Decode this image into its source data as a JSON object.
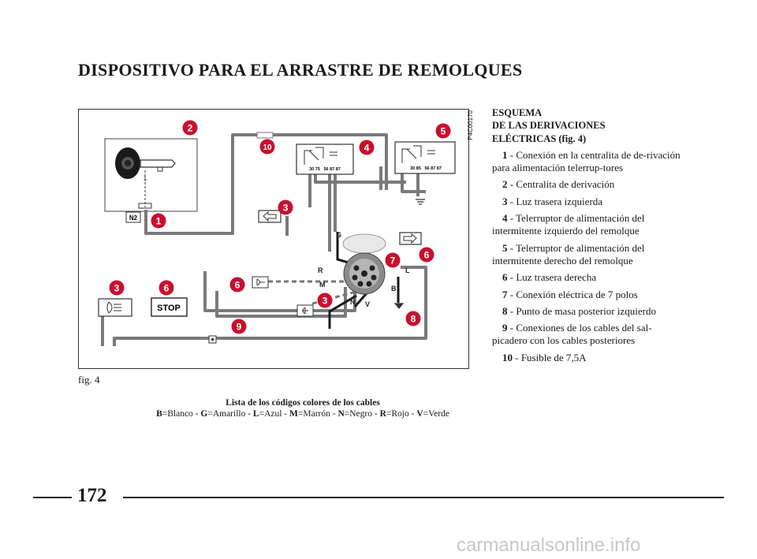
{
  "page": {
    "title": "DISPOSITIVO PARA EL ARRASTRE DE REMOLQUES",
    "page_number": "172",
    "watermark": "carmanualsonline.info"
  },
  "figure": {
    "label": "fig. 4",
    "code": "P4C00170",
    "stop_label": "STOP",
    "wire_letters": [
      "G",
      "R",
      "M",
      "L",
      "B",
      "N",
      "V"
    ],
    "connector_n2": "N2",
    "relay_left_pins": "30 75   56 87 87",
    "relay_right_pins": "30 85   56 87 87",
    "key_label": "1",
    "badges": [
      "1",
      "2",
      "3",
      "4",
      "5",
      "6",
      "7",
      "8",
      "9",
      "10"
    ]
  },
  "legend": {
    "title": "Lista de los códigos colores de los cables",
    "codes": [
      {
        "letter": "B",
        "text": "=Blanco - "
      },
      {
        "letter": "G",
        "text": "=Amarillo - "
      },
      {
        "letter": "L",
        "text": "=Azul - "
      },
      {
        "letter": "M",
        "text": "=Marrón - "
      },
      {
        "letter": "N",
        "text": "=Negro - "
      },
      {
        "letter": "R",
        "text": "=Rojo - "
      },
      {
        "letter": "V",
        "text": "=Verde"
      }
    ]
  },
  "side": {
    "heading1": "ESQUEMA",
    "heading2": "DE LAS DERIVACIONES",
    "heading3": "ELÉCTRICAS (fig. 4)",
    "items": [
      {
        "num": "1",
        "text": " - Conexión en la centralita de de-rivación para alimentación telerrup-tores"
      },
      {
        "num": "2",
        "text": " - Centralita de derivación"
      },
      {
        "num": "3",
        "text": " - Luz trasera izquierda"
      },
      {
        "num": "4",
        "text": " - Telerruptor de alimentación del intermitente izquierdo del remolque"
      },
      {
        "num": "5",
        "text": " - Telerruptor de alimentación del intermitente derecho del remolque"
      },
      {
        "num": "6",
        "text": " - Luz trasera derecha"
      },
      {
        "num": "7",
        "text": " - Conexión eléctrica de 7 polos"
      },
      {
        "num": "8",
        "text": " - Punto de masa posterior izquierdo"
      },
      {
        "num": "9",
        "text": " - Conexiones de los cables del sal-picadero con los cables posteriores"
      },
      {
        "num": "10",
        "text": " - Fusible de 7,5A"
      }
    ]
  },
  "colors": {
    "badge": "#c8102e",
    "wire": "#7a7a7a",
    "ink": "#1a1a1a"
  }
}
